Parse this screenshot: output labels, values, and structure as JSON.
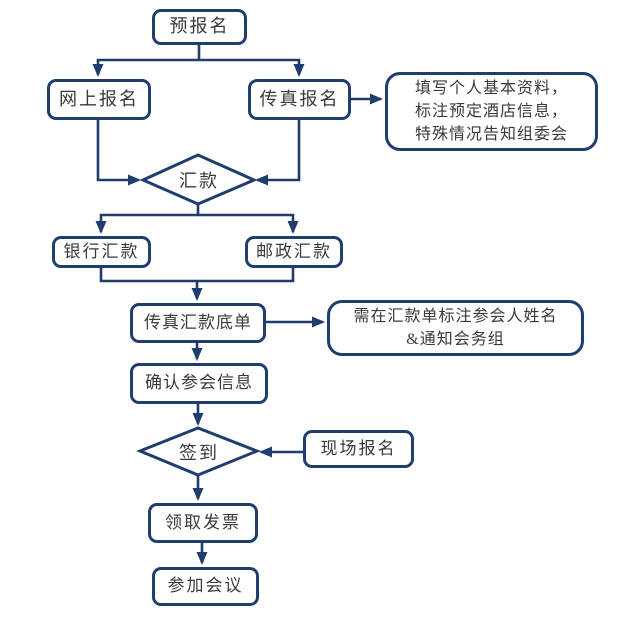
{
  "colors": {
    "line": "#1f3d6e",
    "text": "#3a3a3a",
    "background": "#ffffff"
  },
  "flowchart": {
    "nodes": {
      "pre_registration": {
        "label": "预报名"
      },
      "online_registration": {
        "label": "网上报名"
      },
      "fax_registration": {
        "label": "传真报名"
      },
      "personal_info_note": {
        "lines": [
          "填写个人基本资料，",
          "标注预定酒店信息，",
          "特殊情况告知组委会"
        ]
      },
      "remittance_decision": {
        "label": "汇款"
      },
      "bank_remittance": {
        "label": "银行汇款"
      },
      "postal_remittance": {
        "label": "邮政汇款"
      },
      "fax_remittance_slip": {
        "label": "传真汇款底单"
      },
      "remittance_note": {
        "lines": [
          "需在汇款单标注参会人姓名",
          "&通知会务组"
        ]
      },
      "confirm_attendance_info": {
        "label": "确认参会信息"
      },
      "sign_in_decision": {
        "label": "签到"
      },
      "onsite_registration": {
        "label": "现场报名"
      },
      "receive_invoice": {
        "label": "领取发票"
      },
      "attend_meeting": {
        "label": "参加会议"
      }
    }
  }
}
